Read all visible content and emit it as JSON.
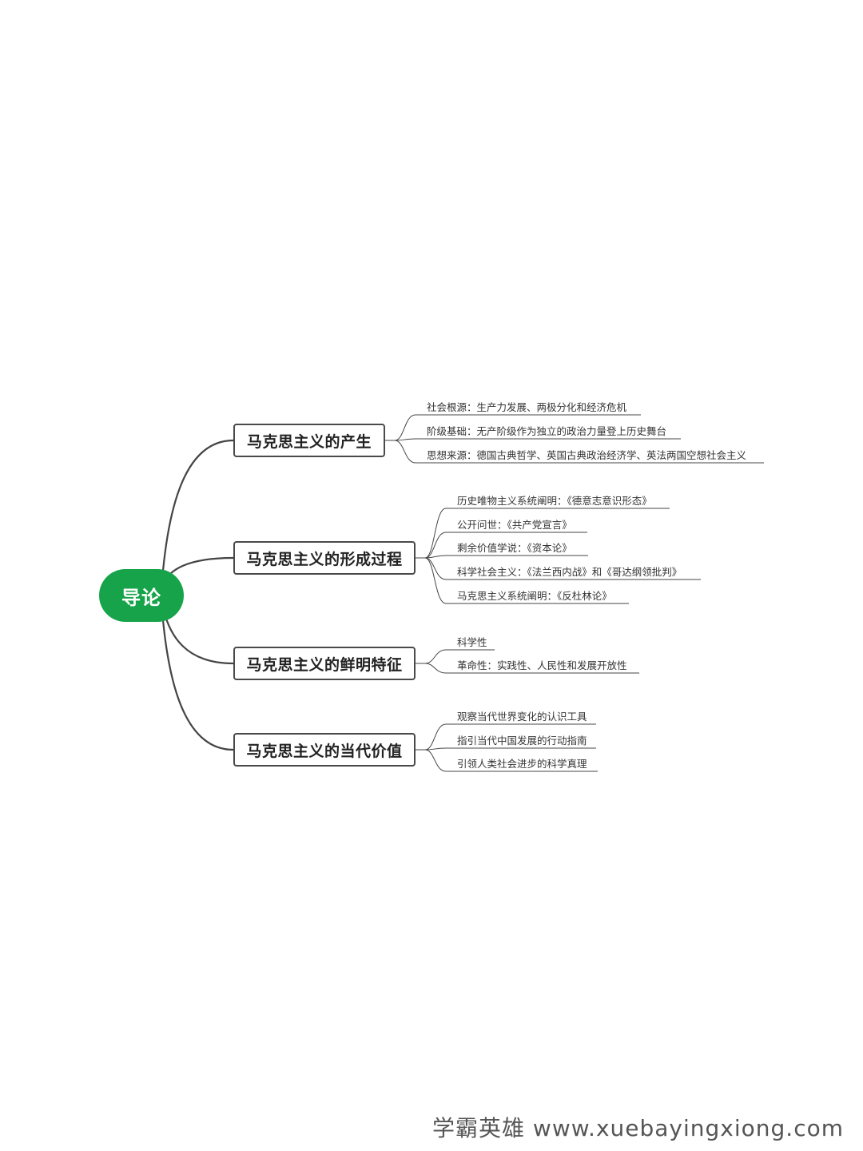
{
  "root": {
    "label": "导论",
    "color": "#16a34a"
  },
  "branches": [
    {
      "label": "马克思主义的产生",
      "children": [
        "社会根源：生产力发展、两极分化和经济危机",
        "阶级基础：无产阶级作为独立的政治力量登上历史舞台",
        "思想来源：德国古典哲学、英国古典政治经济学、英法两国空想社会主义"
      ]
    },
    {
      "label": "马克思主义的形成过程",
      "children": [
        "历史唯物主义系统阐明：《德意志意识形态》",
        "公开问世：《共产党宣言》",
        "剩余价值学说：《资本论》",
        "科学社会主义：《法兰西内战》和《哥达纲领批判》",
        "马克思主义系统阐明：《反杜林论》"
      ]
    },
    {
      "label": "马克思主义的鲜明特征",
      "children": [
        "科学性",
        "革命性：实践性、人民性和发展开放性"
      ]
    },
    {
      "label": "马克思主义的当代价值",
      "children": [
        "观察当代世界变化的认识工具",
        "指引当代中国发展的行动指南",
        "引领人类社会进步的科学真理"
      ]
    }
  ],
  "watermark": "学霸英雄 www.xuebayingxiong.com"
}
